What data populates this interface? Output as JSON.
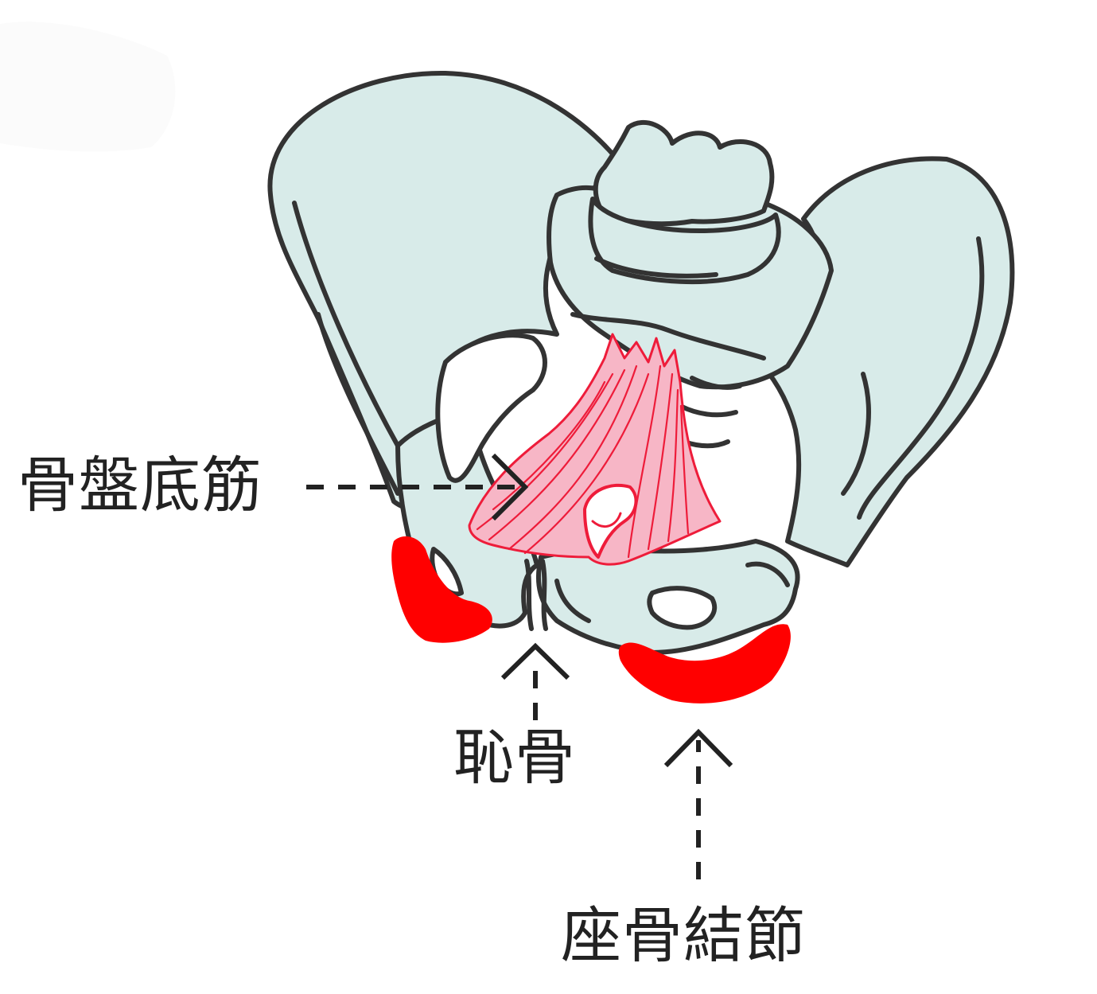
{
  "labels": {
    "pelvic_floor": "骨盤底筋",
    "pubis": "恥骨",
    "ischial_tuberosity": "座骨結節"
  },
  "colors": {
    "bone_fill": "#d8ebe9",
    "outline": "#333333",
    "muscle_fill": "#f7b6c6",
    "muscle_line": "#ee1c3a",
    "tuberosity": "#ff0000"
  }
}
